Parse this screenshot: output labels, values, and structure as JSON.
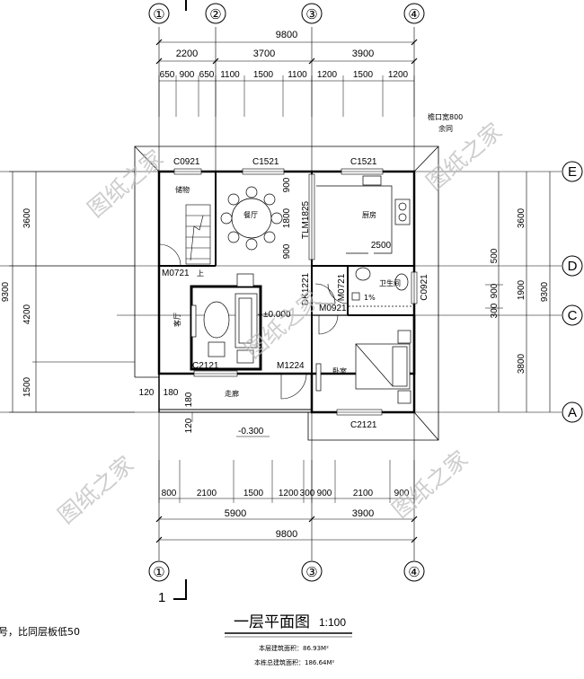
{
  "axes": {
    "vertical": [
      "①",
      "②",
      "③",
      "④"
    ],
    "horizontal": [
      "E",
      "D",
      "C",
      "A"
    ]
  },
  "dims": {
    "top_total": "9800",
    "top_mid": [
      "2200",
      "3700",
      "3900"
    ],
    "top_detail": [
      "650",
      "900",
      "650",
      "1100",
      "1500",
      "1100",
      "1200",
      "1500",
      "1200"
    ],
    "bottom_detail": [
      "800",
      "2100",
      "1500",
      "1200",
      "300",
      "900",
      "2100",
      "900"
    ],
    "bottom_mid": [
      "5900",
      "3900"
    ],
    "bottom_total": "9800",
    "left": [
      "3600",
      "4200",
      "1500"
    ],
    "left_total": "9300",
    "right": [
      "3600",
      "500",
      "900",
      "1900",
      "300",
      "3800"
    ],
    "right_total": "9300",
    "misc": [
      "120",
      "180",
      "180",
      "120",
      "900",
      "1800",
      "900",
      "2500"
    ]
  },
  "labels": {
    "c0921_top": "C0921",
    "c1521_a": "C1521",
    "c1521_b": "C1521",
    "eave": "檐口宽800",
    "eave2": "余同",
    "tlm": "TLM1825",
    "m0721": "M0721",
    "up": "上",
    "dk1221": "DK1221",
    "m0721_b": "M0721",
    "m0921": "M0921",
    "c0921_right": "C0921",
    "level0": "±0.000",
    "c2121_a": "C2121",
    "m1224": "M1224",
    "c2121_b": "C2121",
    "level_out": "-0.300",
    "slope": "1%",
    "section": "1"
  },
  "rooms": {
    "storage": "储物",
    "dining": "餐厅",
    "kitchen": "厨房",
    "living": "客厅",
    "bath": "卫生间",
    "bedroom": "卧室",
    "corridor": "走廊"
  },
  "watermark": "图纸之家",
  "title": "一层平面图",
  "scale": "1:100",
  "note": "号，比同层板低50",
  "area_this": "本层建筑面积：86.93M²",
  "area_total": "本栋总建筑面积：186.64M²"
}
